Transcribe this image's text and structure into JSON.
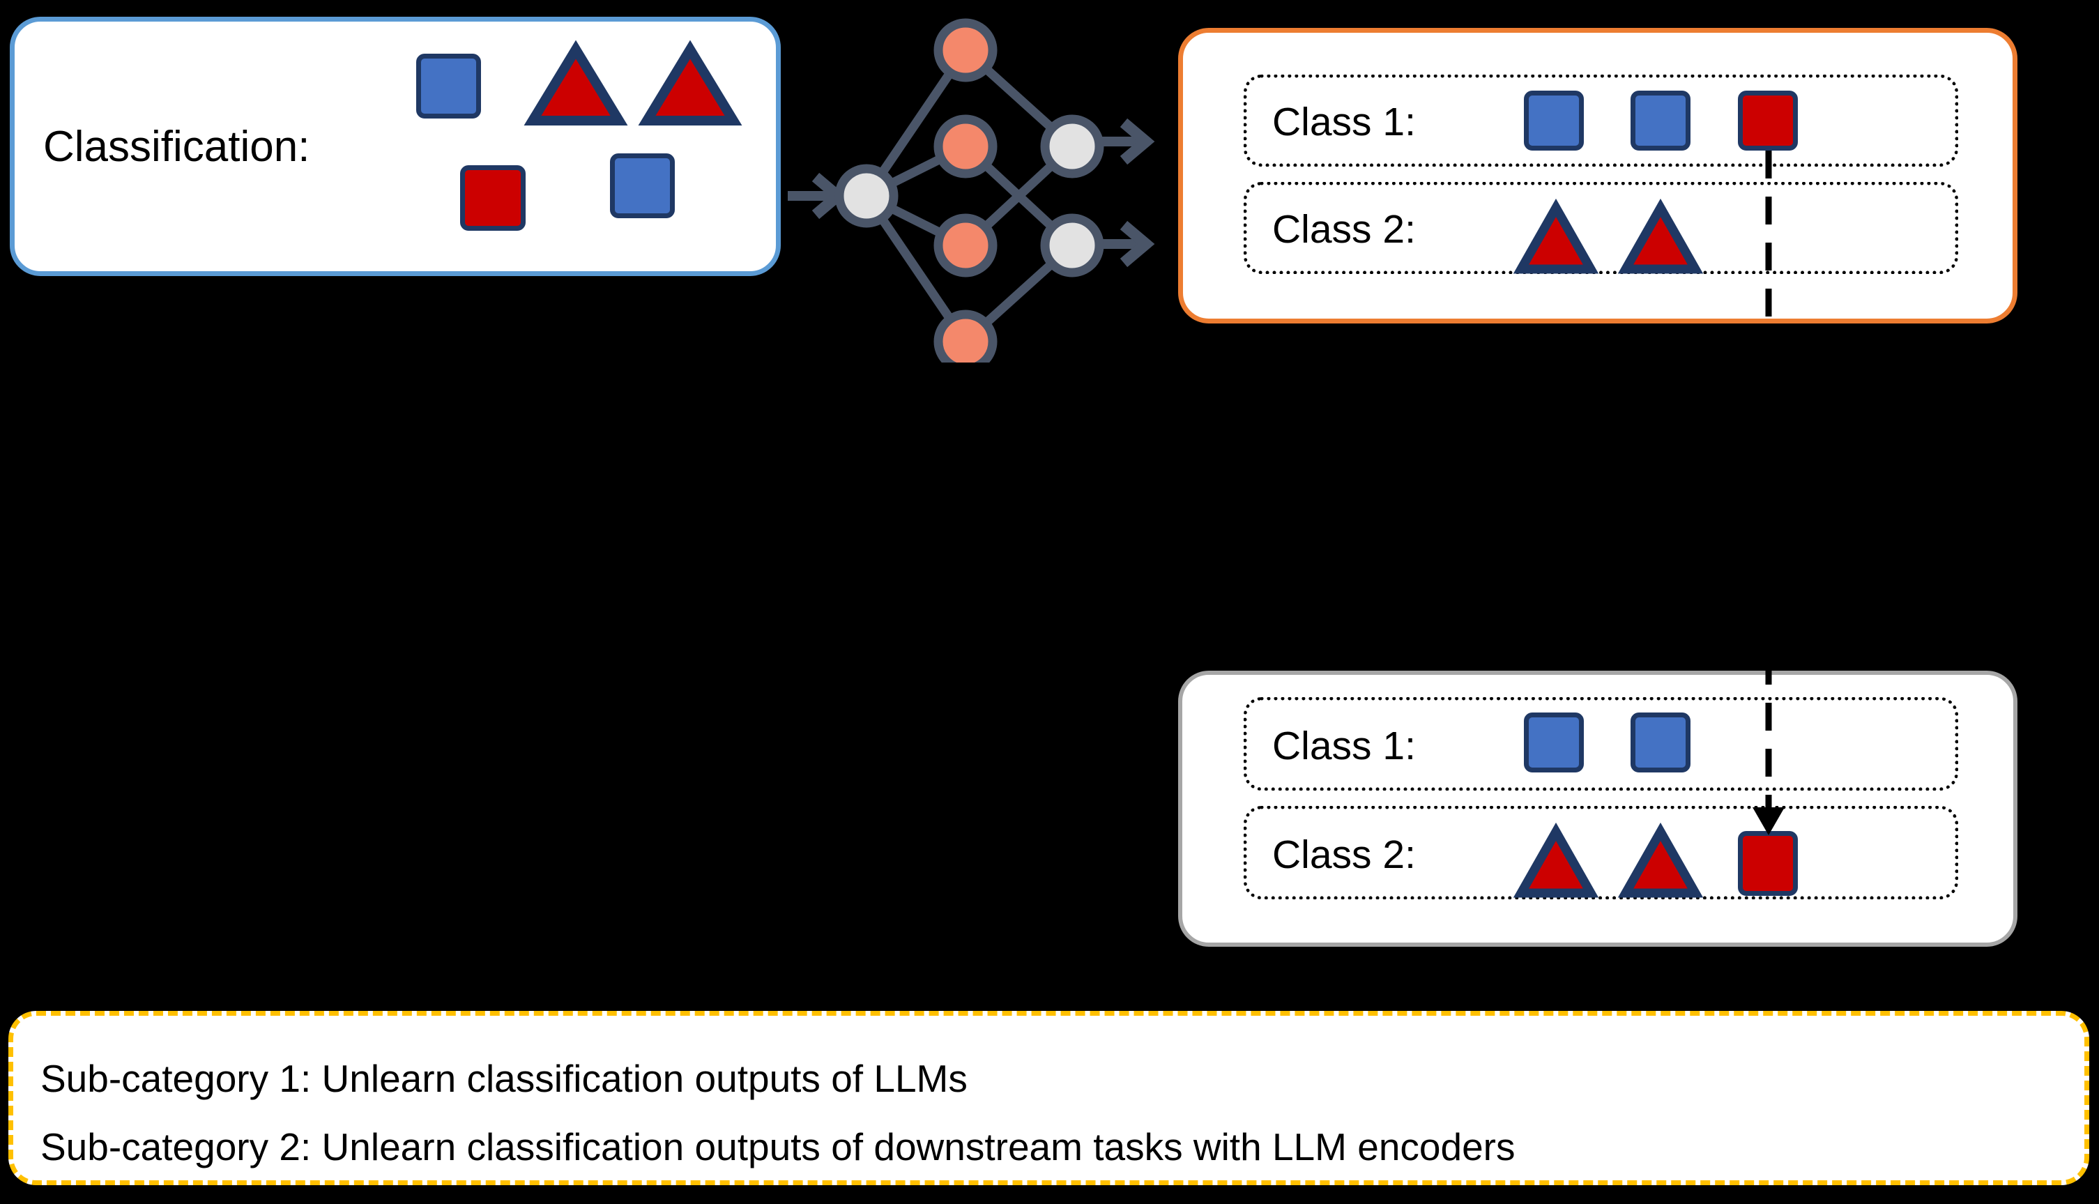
{
  "diagram": {
    "title_label": "Classification:",
    "input_panel": {
      "name": "classification-input-panel",
      "border_color": "#5B9BD5",
      "shapes": [
        {
          "type": "square",
          "color": "blue"
        },
        {
          "type": "triangle",
          "color": "red"
        },
        {
          "type": "triangle",
          "color": "red"
        },
        {
          "type": "square",
          "color": "red"
        },
        {
          "type": "square",
          "color": "blue"
        }
      ]
    },
    "network": {
      "name": "neural-network",
      "node_fill_input": "#E2E2E2",
      "node_fill_hidden": "#F4886B",
      "node_fill_output": "#E2E2E2",
      "node_stroke": "#4A5568",
      "layers": [
        1,
        4,
        2
      ]
    },
    "before_panel": {
      "name": "classification-output-before",
      "border_color": "#ED7D31",
      "rows": [
        {
          "label": "Class 1:",
          "shapes": [
            {
              "type": "square",
              "color": "blue"
            },
            {
              "type": "square",
              "color": "blue"
            },
            {
              "type": "square",
              "color": "red"
            }
          ]
        },
        {
          "label": "Class 2:",
          "shapes": [
            {
              "type": "triangle",
              "color": "red"
            },
            {
              "type": "triangle",
              "color": "red"
            }
          ]
        }
      ]
    },
    "after_panel": {
      "name": "classification-output-after",
      "border_color": "#A6A6A6",
      "rows": [
        {
          "label": "Class 1:",
          "shapes": [
            {
              "type": "square",
              "color": "blue"
            },
            {
              "type": "square",
              "color": "blue"
            }
          ]
        },
        {
          "label": "Class 2:",
          "shapes": [
            {
              "type": "triangle",
              "color": "red"
            },
            {
              "type": "triangle",
              "color": "red"
            },
            {
              "type": "square",
              "color": "red"
            }
          ]
        }
      ]
    },
    "caption_panel": {
      "name": "sub-category-caption",
      "border_color": "#FFC000",
      "lines": [
        "Sub-category 1: Unlearn classification outputs of LLMs",
        "Sub-category 2: Unlearn classification outputs of downstream tasks with LLM encoders"
      ]
    },
    "colors": {
      "shape_blue": "#4472C4",
      "shape_red": "#CC0000",
      "shape_outline": "#1F3864",
      "arrow": "#4A5568",
      "connector": "#000000"
    }
  }
}
